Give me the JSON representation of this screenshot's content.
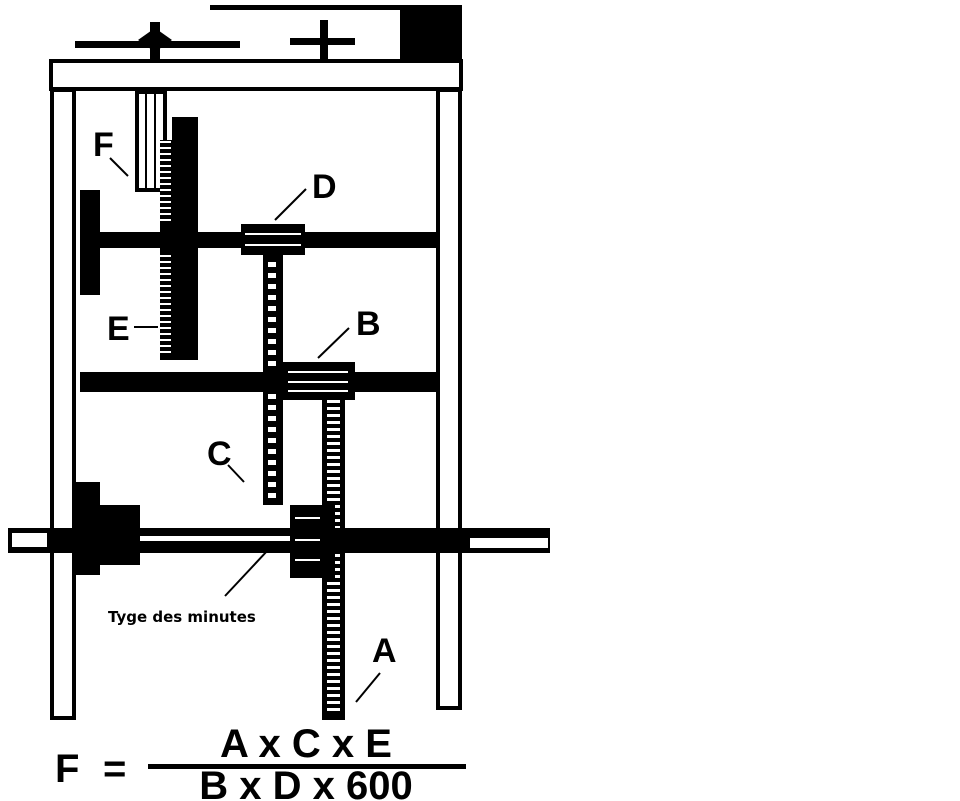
{
  "diagram": {
    "labels": {
      "F": "F",
      "D": "D",
      "E": "E",
      "B": "B",
      "C": "C",
      "A": "A"
    },
    "caption": "Tyge des minutes",
    "formula": {
      "lhs": "F",
      "equals": "=",
      "numerator": "A x C x E",
      "denominator": "B x D x 600"
    }
  }
}
